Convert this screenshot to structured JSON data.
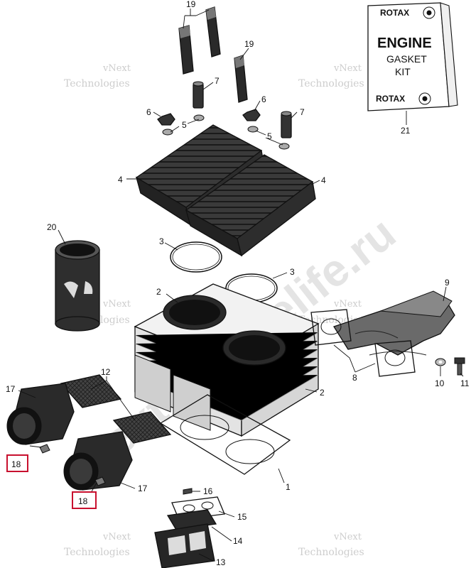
{
  "kit": {
    "brand": "ROTAX",
    "title": "ENGINE",
    "line2": "GASKET",
    "line3": "KIT"
  },
  "watermark": {
    "line1": "vNext",
    "line2": "Technologies",
    "site": "vnext-xtremelife.ru"
  },
  "callouts": {
    "c1": "1",
    "c2a": "2",
    "c2b": "2",
    "c3a": "3",
    "c3b": "3",
    "c4a": "4",
    "c4b": "4",
    "c5a": "5",
    "c5b": "5",
    "c6a": "6",
    "c6b": "6",
    "c7a": "7",
    "c7b": "7",
    "c8": "8",
    "c9": "9",
    "c10": "10",
    "c11": "11",
    "c12": "12",
    "c13": "13",
    "c14": "14",
    "c15": "15",
    "c16": "16",
    "c17a": "17",
    "c17b": "17",
    "c18a": "18",
    "c18b": "18",
    "c19a": "19",
    "c19b": "19",
    "c20": "20",
    "c21": "21"
  },
  "colors": {
    "highlight": "#c8102e",
    "part_fill": "#e9e9e9",
    "dark_part": "#2a2a2a"
  }
}
